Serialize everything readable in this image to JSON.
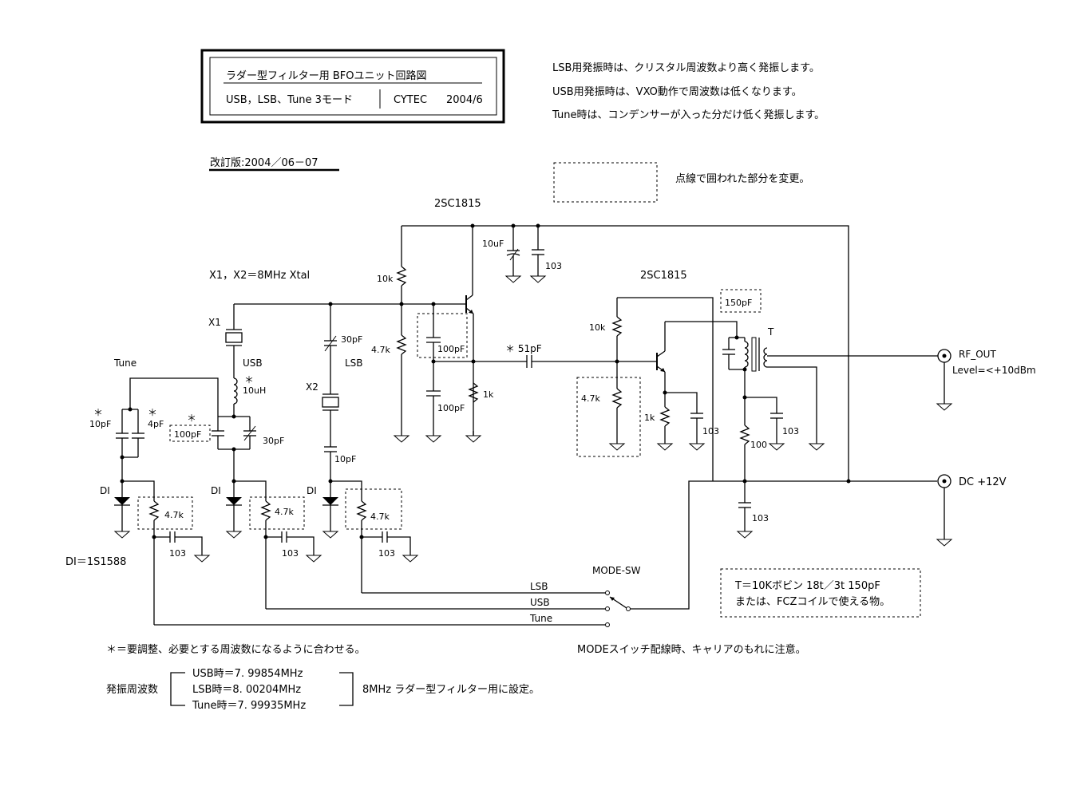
{
  "title_box": {
    "line1": "ラダー型フィルター用 BFOユニット回路図",
    "line2a": "USB，LSB、Tune 3モード",
    "line2b": "CYTEC",
    "line2c": "2004/6"
  },
  "revision": "改訂版:2004／06－07",
  "notes": [
    "LSB用発振時は、クリスタル周波数より高く発振します。",
    "USB用発振時は、VXO動作で周波数は低くなります。",
    "Tune時は、コンデンサーが入った分だけ低く発振します。"
  ],
  "legend_dashed": "点線で囲われた部分を変更。",
  "labels": {
    "q1": "2SC1815",
    "q2": "2SC1815",
    "xtal_spec": "X1，X2＝8MHz Xtal",
    "x1": "X1",
    "x2": "X2",
    "usb": "USB",
    "lsb": "LSB",
    "tune": "Tune",
    "star": "＊",
    "star51": "＊ 51pF",
    "c10pf": "10pF",
    "c4pf": "4pF",
    "c100pf_var": "100pF",
    "c30pf_trim1": "30pF",
    "c30pf_trim2": "30pF",
    "l10uh": "10uH",
    "c10pf_x2": "10pF",
    "di1": "DI",
    "di2": "DI",
    "di3": "DI",
    "di_type": "DI＝1S1588",
    "r47k_1": "4.7k",
    "r47k_2": "4.7k",
    "r47k_3": "4.7k",
    "c103_1": "103",
    "c103_2": "103",
    "c103_3": "103",
    "r10k_1": "10k",
    "r47k_b": "4.7k",
    "c100pf_a": "100pF",
    "c100pf_b": "100pF",
    "r1k_1": "1k",
    "c10uf": "10uF",
    "c103_top": "103",
    "r10k_2": "10k",
    "r47k_c": "4.7k",
    "r1k_2": "1k",
    "c103_e": "103",
    "c150pf": "150pF",
    "t_label": "T",
    "c103_t": "103",
    "r100": "100",
    "c103_dc": "103",
    "rf_out": "RF_OUT",
    "level": "Level=<+10dBm",
    "dc": "DC +12V",
    "mode_sw": "MODE-SW",
    "sw_lsb": "LSB",
    "sw_usb": "USB",
    "sw_tune": "Tune"
  },
  "coil_note": {
    "line1": "T＝10Kボビン 18t／3t 150pF",
    "line2": "または、FCZコイルで使える物。"
  },
  "adjust_note": "＊＝要調整、必要とする周波数になるように合わせる。",
  "mode_note": "MODEスイッチ配線時、キャリアのもれに注意。",
  "freq": {
    "label": "発振周波数",
    "usb": "USB時＝7. 99854MHz",
    "lsb": "LSB時＝8. 00204MHz",
    "tune": "Tune時＝7. 99935MHz",
    "note": "8MHz ラダー型フィルター用に設定。"
  }
}
